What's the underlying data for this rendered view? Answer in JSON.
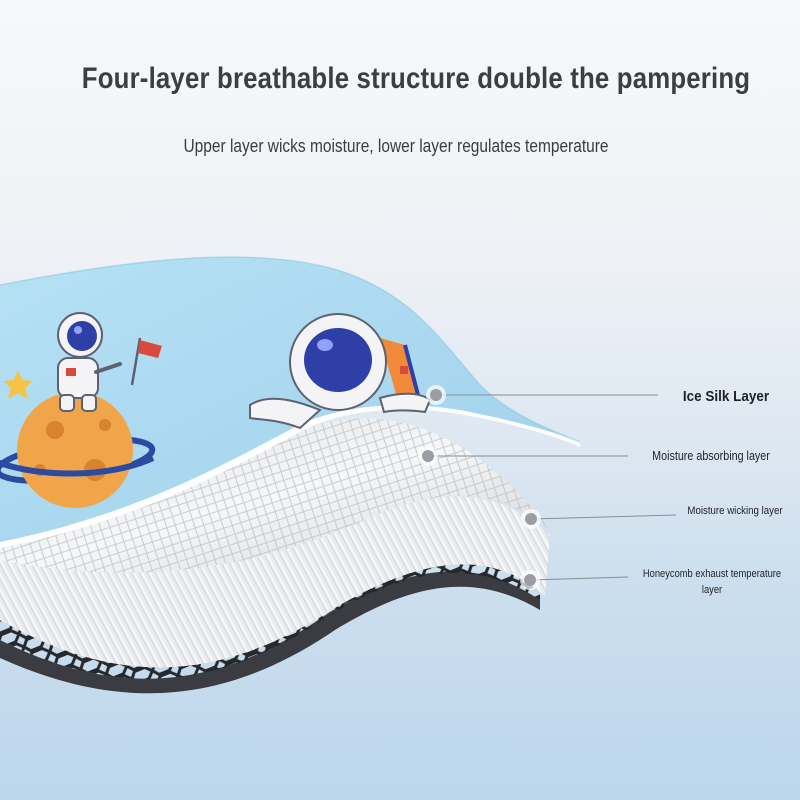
{
  "headline": "Four-layer breathable structure double the pampering",
  "subheadline": "Upper layer wicks moisture, lower layer regulates temperature",
  "layers": [
    {
      "label": "Ice Silk Layer"
    },
    {
      "label": "Moisture absorbing layer"
    },
    {
      "label": "Moisture wicking layer"
    },
    {
      "label": "Honeycomb exhaust temperature layer"
    }
  ],
  "colors": {
    "ice_silk_blue": "#a9d8f0",
    "mesh_white": "#f4f5f6",
    "mesh_grey": "#c9cbce",
    "honeycomb_dark": "#2b2d31",
    "astronaut_visor": "#2f3fa8",
    "planet_orange": "#f1a54a",
    "background_blue": "#bcd6ec"
  },
  "icons": [
    "astronaut-icon",
    "flag-icon",
    "planet-icon",
    "star-icon",
    "callout-dot-icon"
  ]
}
